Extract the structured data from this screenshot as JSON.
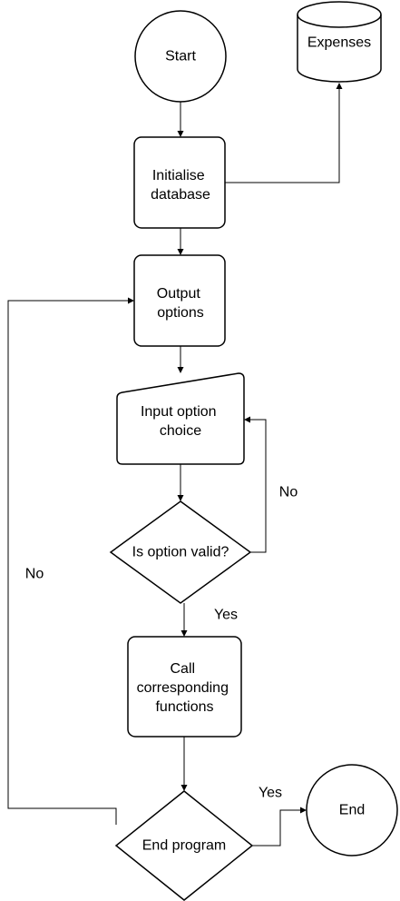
{
  "nodes": {
    "start": {
      "label": "Start"
    },
    "expenses": {
      "label": "Expenses"
    },
    "init_db": {
      "label_lines": [
        "Initialise",
        "database"
      ]
    },
    "output_options": {
      "label_lines": [
        "Output",
        "options"
      ]
    },
    "input_choice": {
      "label_lines": [
        "Input option",
        "choice"
      ]
    },
    "is_valid": {
      "label": "Is option valid?"
    },
    "call_functions": {
      "label_lines": [
        "Call",
        "corresponding",
        "functions"
      ]
    },
    "end_program": {
      "label": "End program"
    },
    "end": {
      "label": "End"
    }
  },
  "edge_labels": {
    "invalid_no": "No",
    "valid_yes": "Yes",
    "continue_no": "No",
    "exit_yes": "Yes"
  }
}
